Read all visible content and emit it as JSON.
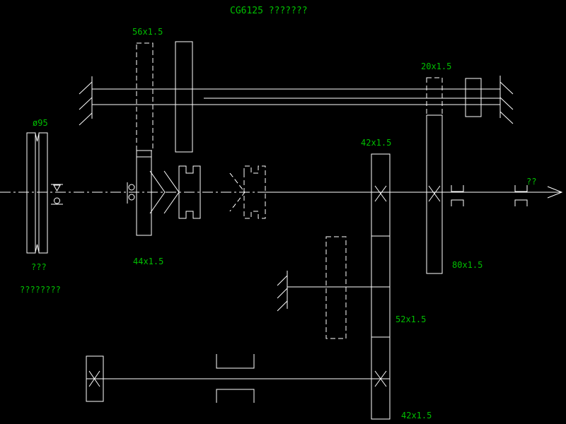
{
  "drawing": {
    "title": "CG6125 ???????",
    "colors": {
      "background": "#000000",
      "line": "#ffffff",
      "label": "#00bf00"
    },
    "labels": {
      "spindle_gear_56": "56x1.5",
      "spindle_gear_20": "20x1.5",
      "gear_80": "80x1.5",
      "pulley_diameter": "ø95",
      "pulley_caption_1": "???",
      "pulley_caption_2": "????????",
      "input_gear_44": "44x1.5",
      "cluster_gear_42_top": "42x1.5",
      "cluster_gear_52": "52x1.5",
      "cluster_gear_42_bottom": "42x1.5",
      "spindle_caption": "??"
    }
  }
}
